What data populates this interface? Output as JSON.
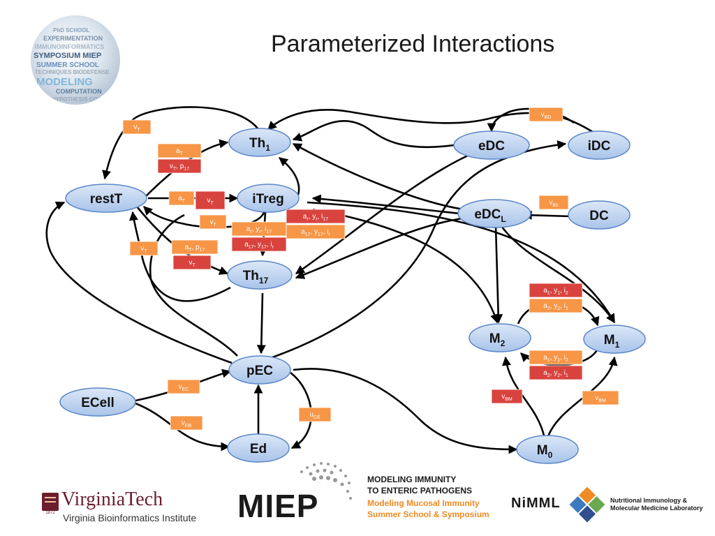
{
  "slide": {
    "title": "Parameterized Interactions"
  },
  "logo_ball": {
    "words": [
      "PhD SCHOOL",
      "EXPERIMENTATION",
      "IMMUNOINFORMATICS",
      "SYMPOSIUM MIEP",
      "SUMMER SCHOOL",
      "TECHNIQUES BIODEFENSE",
      "MODELING",
      "COMPUTATION",
      "HYPOTHESIS COOK"
    ]
  },
  "colors": {
    "node_fill": "#bcd3f0",
    "node_stroke": "#5a86c9",
    "orange": "#f79646",
    "red": "#d9433e",
    "arrow": "#000000"
  },
  "nodes": [
    {
      "id": "restT",
      "label": "restT",
      "sub": ""
    },
    {
      "id": "Th1",
      "label": "Th",
      "sub": "1"
    },
    {
      "id": "iTreg",
      "label": "iTreg",
      "sub": ""
    },
    {
      "id": "Th17",
      "label": "Th",
      "sub": "17"
    },
    {
      "id": "pEC",
      "label": "pEC",
      "sub": ""
    },
    {
      "id": "ECell",
      "label": "ECell",
      "sub": ""
    },
    {
      "id": "Ed",
      "label": "Ed",
      "sub": ""
    },
    {
      "id": "eDC",
      "label": "eDC",
      "sub": ""
    },
    {
      "id": "iDC",
      "label": "iDC",
      "sub": ""
    },
    {
      "id": "eDCL",
      "label": "eDC",
      "sub": "L"
    },
    {
      "id": "DC",
      "label": "DC",
      "sub": ""
    },
    {
      "id": "M2",
      "label": "M",
      "sub": "2"
    },
    {
      "id": "M1",
      "label": "M",
      "sub": "1"
    },
    {
      "id": "M0",
      "label": "M",
      "sub": "0"
    }
  ],
  "tags": [
    {
      "color": "orange",
      "parts": [
        [
          "v",
          ""
        ],
        [
          "T",
          "s"
        ]
      ]
    },
    {
      "color": "orange",
      "parts": [
        [
          "a",
          ""
        ],
        [
          "T",
          "s"
        ]
      ]
    },
    {
      "color": "red",
      "parts": [
        [
          "v",
          ""
        ],
        [
          "T",
          "s"
        ],
        [
          ", p",
          ""
        ],
        [
          "17",
          "s"
        ]
      ]
    },
    {
      "color": "orange",
      "parts": [
        [
          "a",
          ""
        ],
        [
          "T",
          "s"
        ]
      ]
    },
    {
      "color": "red",
      "parts": [
        [
          "v",
          ""
        ],
        [
          "T",
          "s"
        ]
      ]
    },
    {
      "color": "orange",
      "parts": [
        [
          "v",
          ""
        ],
        [
          "T",
          "s"
        ]
      ]
    },
    {
      "color": "orange",
      "parts": [
        [
          "v",
          ""
        ],
        [
          "T",
          "s"
        ]
      ]
    },
    {
      "color": "orange",
      "parts": [
        [
          "a",
          ""
        ],
        [
          "T",
          "s"
        ],
        [
          ", p",
          ""
        ],
        [
          "17",
          "s"
        ]
      ]
    },
    {
      "color": "red",
      "parts": [
        [
          "v",
          ""
        ],
        [
          "T",
          "s"
        ]
      ]
    },
    {
      "color": "orange",
      "parts": [
        [
          "a",
          ""
        ],
        [
          "r",
          "s"
        ],
        [
          ", y",
          ""
        ],
        [
          "r",
          "s"
        ],
        [
          ", i",
          ""
        ],
        [
          "17",
          "s"
        ]
      ]
    },
    {
      "color": "red",
      "parts": [
        [
          "a",
          ""
        ],
        [
          "17",
          "s"
        ],
        [
          ", y",
          ""
        ],
        [
          "17",
          "s"
        ],
        [
          ", i",
          ""
        ],
        [
          "r",
          "s"
        ]
      ]
    },
    {
      "color": "red",
      "parts": [
        [
          "a",
          ""
        ],
        [
          "r",
          "s"
        ],
        [
          ", y",
          ""
        ],
        [
          "r",
          "s"
        ],
        [
          ", i",
          ""
        ],
        [
          "17",
          "s"
        ]
      ]
    },
    {
      "color": "orange",
      "parts": [
        [
          "a",
          ""
        ],
        [
          "17",
          "s"
        ],
        [
          ", y",
          ""
        ],
        [
          "17",
          "s"
        ],
        [
          ", i",
          ""
        ],
        [
          "r",
          "s"
        ]
      ]
    },
    {
      "color": "orange",
      "parts": [
        [
          "v",
          ""
        ],
        [
          "BD",
          "s"
        ]
      ]
    },
    {
      "color": "orange",
      "parts": [
        [
          "v",
          ""
        ],
        [
          "Bs",
          "s"
        ]
      ]
    },
    {
      "color": "red",
      "parts": [
        [
          "a",
          ""
        ],
        [
          "1",
          "s"
        ],
        [
          ", y",
          ""
        ],
        [
          "1",
          "s"
        ],
        [
          ", i",
          ""
        ],
        [
          "2",
          "s"
        ]
      ]
    },
    {
      "color": "orange",
      "parts": [
        [
          "a",
          ""
        ],
        [
          "2",
          "s"
        ],
        [
          ", y",
          ""
        ],
        [
          "2",
          "s"
        ],
        [
          ", i",
          ""
        ],
        [
          "1",
          "s"
        ]
      ]
    },
    {
      "color": "orange",
      "parts": [
        [
          "a",
          ""
        ],
        [
          "1",
          "s"
        ],
        [
          ", y",
          ""
        ],
        [
          "1",
          "s"
        ],
        [
          ", i",
          ""
        ],
        [
          "2",
          "s"
        ]
      ]
    },
    {
      "color": "red",
      "parts": [
        [
          "a",
          ""
        ],
        [
          "2",
          "s"
        ],
        [
          ", y",
          ""
        ],
        [
          "2",
          "s"
        ],
        [
          ", i",
          ""
        ],
        [
          "1",
          "s"
        ]
      ]
    },
    {
      "color": "red",
      "parts": [
        [
          "v",
          ""
        ],
        [
          "BM",
          "s"
        ]
      ]
    },
    {
      "color": "orange",
      "parts": [
        [
          "v",
          ""
        ],
        [
          "BM",
          "s"
        ]
      ]
    },
    {
      "color": "orange",
      "parts": [
        [
          "v",
          ""
        ],
        [
          "EC",
          "s"
        ]
      ]
    },
    {
      "color": "orange",
      "parts": [
        [
          "v",
          ""
        ],
        [
          "EB",
          "s"
        ]
      ]
    },
    {
      "color": "orange",
      "parts": [
        [
          "u",
          ""
        ],
        [
          "CE",
          "s"
        ]
      ]
    }
  ],
  "footer": {
    "vt_name": "VirginiaTech",
    "vt_sub": "Virginia Bioinformatics Institute",
    "vt_seal_year": "1872",
    "miep_word": "MIEP",
    "miep_line1": "MODELING IMMUNITY",
    "miep_line2": "TO ENTERIC PATHOGENS",
    "miep_line3": "Modeling Mucosal Immunity",
    "miep_line4": "Summer School & Symposium",
    "nimml_word": "NiMML",
    "nimml_line1": "Nutritional Immunology &",
    "nimml_line2": "Molecular Medicine Laboratory"
  }
}
